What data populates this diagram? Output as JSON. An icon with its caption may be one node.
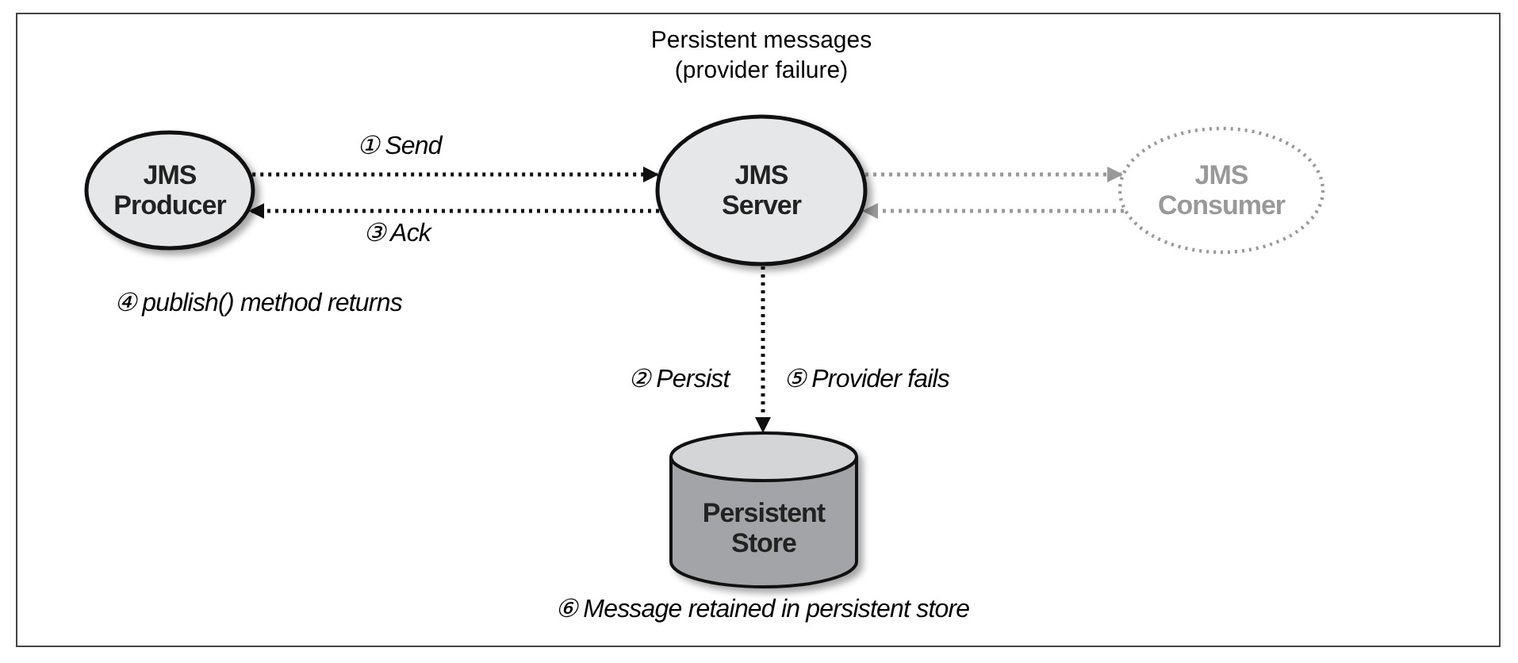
{
  "diagram": {
    "title": "Persistent messages (provider failure)",
    "nodes": [
      {
        "text": [
          "JMS Producer"
        ]
      },
      {
        "text": [
          "JMS Server"
        ]
      },
      {
        "text": [
          "JMS Consumer"
        ]
      },
      {
        "text": [
          "Persistent Store"
        ],
        "beside": [
          "⑥ Message retained in persistent store"
        ]
      }
    ],
    "edges": [
      {
        "from": 0,
        "to": 1,
        "arrow": "to",
        "style": "dashed",
        "label": "① Send"
      },
      {
        "from": 1,
        "to": 0,
        "arrow": "to",
        "style": "dashed",
        "label": "③ Ack"
      },
      {
        "from": 1,
        "to": 2,
        "arrow": "to",
        "style": "dashed",
        "color": "#999999"
      },
      {
        "from": 2,
        "to": 1,
        "arrow": "to",
        "style": "dashed",
        "color": "#999999"
      },
      {
        "from": 1,
        "to": 3,
        "arrow": "to",
        "style": "dashed",
        "label": "② Persist"
      }
    ],
    "labels": [
      "④ publish() method returns",
      "⑤ Provider fails"
    ]
  }
}
